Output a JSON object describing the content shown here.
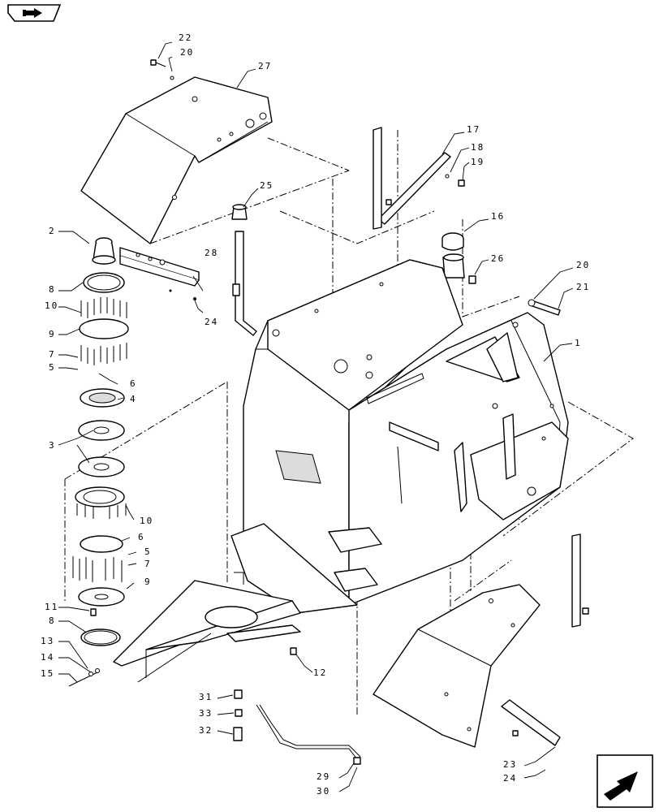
{
  "diagram": {
    "callouts": {
      "c1": "1",
      "c2": "2",
      "c3": "3",
      "c4": "4",
      "c5a": "5",
      "c5b": "5",
      "c6a": "6",
      "c6b": "6",
      "c7a": "7",
      "c7b": "7",
      "c8a": "8",
      "c8b": "8",
      "c9a": "9",
      "c9b": "9",
      "c10a": "10",
      "c10b": "10",
      "c11": "11",
      "c12": "12",
      "c13": "13",
      "c14": "14",
      "c15": "15",
      "c16": "16",
      "c17": "17",
      "c18": "18",
      "c19": "19",
      "c20a": "20",
      "c20b": "20",
      "c21": "21",
      "c22": "22",
      "c23": "23",
      "c24a": "24",
      "c24b": "24",
      "c25": "25",
      "c26": "26",
      "c27": "27",
      "c28": "28",
      "c29": "29",
      "c30": "30",
      "c31": "31",
      "c32": "32",
      "c33": "33"
    },
    "icons": {
      "top_left": "back-navigation-icon",
      "bottom_right": "next-page-arrow-icon"
    }
  }
}
